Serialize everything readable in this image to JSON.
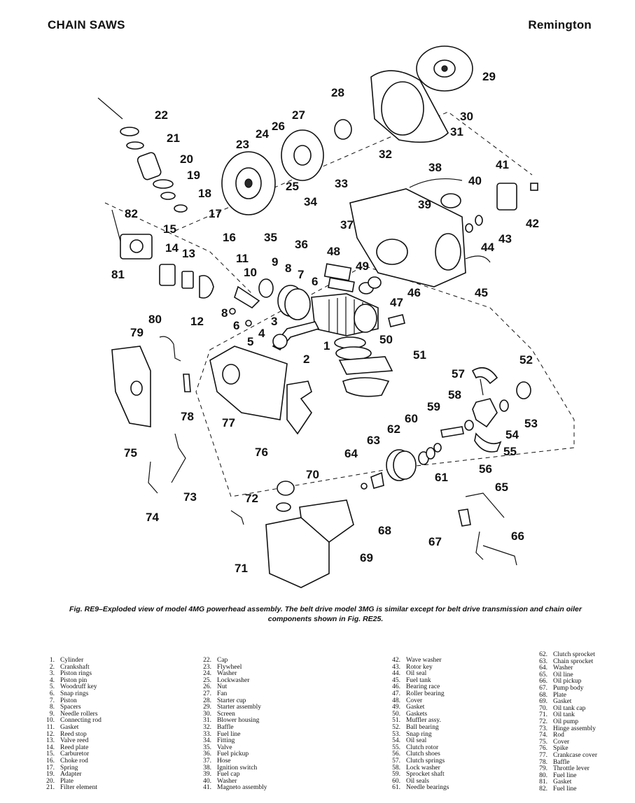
{
  "header": {
    "left": "CHAIN SAWS",
    "right": "Remington"
  },
  "caption": "Fig. RE9–Exploded view of model 4MG powerhead assembly. The belt drive model 3MG is similar except for belt drive transmission and chain oiler components shown in Fig. RE25.",
  "callouts": [
    {
      "id": "1",
      "label": "1"
    },
    {
      "id": "2",
      "label": "2"
    },
    {
      "id": "3",
      "label": "3"
    },
    {
      "id": "4",
      "label": "4"
    },
    {
      "id": "5",
      "label": "5"
    },
    {
      "id": "6a",
      "label": "6"
    },
    {
      "id": "6b",
      "label": "6"
    },
    {
      "id": "7",
      "label": "7"
    },
    {
      "id": "8a",
      "label": "8"
    },
    {
      "id": "8b",
      "label": "8"
    },
    {
      "id": "9",
      "label": "9"
    },
    {
      "id": "10",
      "label": "10"
    },
    {
      "id": "11",
      "label": "11"
    },
    {
      "id": "12",
      "label": "12"
    },
    {
      "id": "13",
      "label": "13"
    },
    {
      "id": "14",
      "label": "14"
    },
    {
      "id": "15",
      "label": "15"
    },
    {
      "id": "16",
      "label": "16"
    },
    {
      "id": "17",
      "label": "17"
    },
    {
      "id": "18",
      "label": "18"
    },
    {
      "id": "19",
      "label": "19"
    },
    {
      "id": "20",
      "label": "20"
    },
    {
      "id": "21",
      "label": "21"
    },
    {
      "id": "22",
      "label": "22"
    },
    {
      "id": "23",
      "label": "23"
    },
    {
      "id": "24",
      "label": "24"
    },
    {
      "id": "25",
      "label": "25"
    },
    {
      "id": "26",
      "label": "26"
    },
    {
      "id": "27",
      "label": "27"
    },
    {
      "id": "28",
      "label": "28"
    },
    {
      "id": "29",
      "label": "29"
    },
    {
      "id": "30",
      "label": "30"
    },
    {
      "id": "31",
      "label": "31"
    },
    {
      "id": "32",
      "label": "32"
    },
    {
      "id": "33",
      "label": "33"
    },
    {
      "id": "34",
      "label": "34"
    },
    {
      "id": "35",
      "label": "35"
    },
    {
      "id": "36",
      "label": "36"
    },
    {
      "id": "37",
      "label": "37"
    },
    {
      "id": "38",
      "label": "38"
    },
    {
      "id": "39",
      "label": "39"
    },
    {
      "id": "40",
      "label": "40"
    },
    {
      "id": "41",
      "label": "41"
    },
    {
      "id": "42",
      "label": "42"
    },
    {
      "id": "43",
      "label": "43"
    },
    {
      "id": "44",
      "label": "44"
    },
    {
      "id": "45",
      "label": "45"
    },
    {
      "id": "46",
      "label": "46"
    },
    {
      "id": "47",
      "label": "47"
    },
    {
      "id": "48",
      "label": "48"
    },
    {
      "id": "49",
      "label": "49"
    },
    {
      "id": "50",
      "label": "50"
    },
    {
      "id": "51",
      "label": "51"
    },
    {
      "id": "52",
      "label": "52"
    },
    {
      "id": "53",
      "label": "53"
    },
    {
      "id": "54",
      "label": "54"
    },
    {
      "id": "55",
      "label": "55"
    },
    {
      "id": "56",
      "label": "56"
    },
    {
      "id": "57",
      "label": "57"
    },
    {
      "id": "58",
      "label": "58"
    },
    {
      "id": "59",
      "label": "59"
    },
    {
      "id": "60",
      "label": "60"
    },
    {
      "id": "61",
      "label": "61"
    },
    {
      "id": "62",
      "label": "62"
    },
    {
      "id": "63",
      "label": "63"
    },
    {
      "id": "64",
      "label": "64"
    },
    {
      "id": "65",
      "label": "65"
    },
    {
      "id": "66",
      "label": "66"
    },
    {
      "id": "67",
      "label": "67"
    },
    {
      "id": "68",
      "label": "68"
    },
    {
      "id": "69",
      "label": "69"
    },
    {
      "id": "70",
      "label": "70"
    },
    {
      "id": "71",
      "label": "71"
    },
    {
      "id": "72",
      "label": "72"
    },
    {
      "id": "73",
      "label": "73"
    },
    {
      "id": "74",
      "label": "74"
    },
    {
      "id": "75",
      "label": "75"
    },
    {
      "id": "76",
      "label": "76"
    },
    {
      "id": "77",
      "label": "77"
    },
    {
      "id": "78",
      "label": "78"
    },
    {
      "id": "79",
      "label": "79"
    },
    {
      "id": "80",
      "label": "80"
    },
    {
      "id": "81",
      "label": "81"
    },
    {
      "id": "82",
      "label": "82"
    }
  ],
  "legend": {
    "col1": [
      {
        "n": "1.",
        "t": "Cylinder"
      },
      {
        "n": "2.",
        "t": "Crankshaft"
      },
      {
        "n": "3.",
        "t": "Piston rings"
      },
      {
        "n": "4.",
        "t": "Piston pin"
      },
      {
        "n": "5.",
        "t": "Woodruff key"
      },
      {
        "n": "6.",
        "t": "Snap rings"
      },
      {
        "n": "7.",
        "t": "Piston"
      },
      {
        "n": "8.",
        "t": "Spacers"
      },
      {
        "n": "9.",
        "t": "Needle rollers"
      },
      {
        "n": "10.",
        "t": "Connecting rod"
      },
      {
        "n": "11.",
        "t": "Gasket"
      },
      {
        "n": "12.",
        "t": "Reed stop"
      },
      {
        "n": "13.",
        "t": "Valve reed"
      },
      {
        "n": "14.",
        "t": "Reed plate"
      },
      {
        "n": "15.",
        "t": "Carburetor"
      },
      {
        "n": "16.",
        "t": "Choke rod"
      },
      {
        "n": "17.",
        "t": "Spring"
      },
      {
        "n": "19.",
        "t": "Adapter"
      },
      {
        "n": "20.",
        "t": "Plate"
      },
      {
        "n": "21.",
        "t": "Filter element"
      }
    ],
    "col2": [
      {
        "n": "22.",
        "t": "Cap"
      },
      {
        "n": "23.",
        "t": "Flywheel"
      },
      {
        "n": "24.",
        "t": "Washer"
      },
      {
        "n": "25.",
        "t": "Lockwasher"
      },
      {
        "n": "26.",
        "t": "Nut"
      },
      {
        "n": "27.",
        "t": "Fan"
      },
      {
        "n": "28.",
        "t": "Starter cup"
      },
      {
        "n": "29.",
        "t": "Starter assembly"
      },
      {
        "n": "30.",
        "t": "Screen"
      },
      {
        "n": "31.",
        "t": "Blower housing"
      },
      {
        "n": "32.",
        "t": "Baffle"
      },
      {
        "n": "33.",
        "t": "Fuel line"
      },
      {
        "n": "34.",
        "t": "Fitting"
      },
      {
        "n": "35.",
        "t": "Valve"
      },
      {
        "n": "36.",
        "t": "Fuel pickup"
      },
      {
        "n": "37.",
        "t": "Hose"
      },
      {
        "n": "38.",
        "t": "Ignition switch"
      },
      {
        "n": "39.",
        "t": "Fuel cap"
      },
      {
        "n": "40.",
        "t": "Washer"
      },
      {
        "n": "41.",
        "t": "Magneto assembly"
      }
    ],
    "col3": [
      {
        "n": "42.",
        "t": "Wave washer"
      },
      {
        "n": "43.",
        "t": "Rotor key"
      },
      {
        "n": "44.",
        "t": "Oil seal"
      },
      {
        "n": "45.",
        "t": "Fuel tank"
      },
      {
        "n": "46.",
        "t": "Bearing race"
      },
      {
        "n": "47.",
        "t": "Roller bearing"
      },
      {
        "n": "48.",
        "t": "Cover"
      },
      {
        "n": "49.",
        "t": "Gasket"
      },
      {
        "n": "50.",
        "t": "Gaskets"
      },
      {
        "n": "51.",
        "t": "Muffler assy."
      },
      {
        "n": "52.",
        "t": "Ball bearing"
      },
      {
        "n": "53.",
        "t": "Snap ring"
      },
      {
        "n": "54.",
        "t": "Oil seal"
      },
      {
        "n": "55.",
        "t": "Clutch rotor"
      },
      {
        "n": "56.",
        "t": "Clutch shoes"
      },
      {
        "n": "57.",
        "t": "Clutch springs"
      },
      {
        "n": "58.",
        "t": "Lock washer"
      },
      {
        "n": "59.",
        "t": "Sprocket shaft"
      },
      {
        "n": "60.",
        "t": "Oil seals"
      },
      {
        "n": "61.",
        "t": "Needle bearings"
      }
    ],
    "col4": [
      {
        "n": "62.",
        "t": "Clutch sprocket"
      },
      {
        "n": "63.",
        "t": "Chain sprocket"
      },
      {
        "n": "64.",
        "t": "Washer"
      },
      {
        "n": "65.",
        "t": "Oil line"
      },
      {
        "n": "66.",
        "t": "Oil pickup"
      },
      {
        "n": "67.",
        "t": "Pump body"
      },
      {
        "n": "68.",
        "t": "Plate"
      },
      {
        "n": "69.",
        "t": "Gasket"
      },
      {
        "n": "70.",
        "t": "Oil tank cap"
      },
      {
        "n": "71.",
        "t": "Oil tank"
      },
      {
        "n": "72.",
        "t": "Oil pump"
      },
      {
        "n": "73.",
        "t": "Hinge assembly"
      },
      {
        "n": "74.",
        "t": "Rod"
      },
      {
        "n": "75.",
        "t": "Cover"
      },
      {
        "n": "76.",
        "t": "Spike"
      },
      {
        "n": "77.",
        "t": "Crankcase cover"
      },
      {
        "n": "78.",
        "t": "Baffle"
      },
      {
        "n": "79.",
        "t": "Throttle lever"
      },
      {
        "n": "80.",
        "t": "Fuel line"
      },
      {
        "n": "81.",
        "t": "Gasket"
      },
      {
        "n": "82.",
        "t": "Fuel line"
      }
    ]
  }
}
